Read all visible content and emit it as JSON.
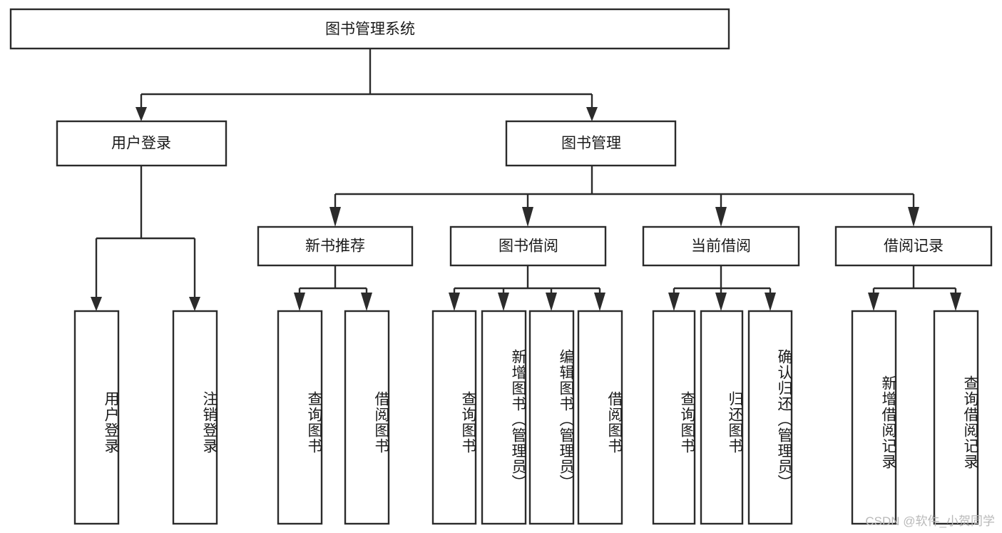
{
  "diagram": {
    "title": "图书管理系统",
    "type": "tree",
    "orientation": "top-down",
    "colors": {
      "stroke": "#2b2b2b",
      "fill": "#ffffff",
      "text": "#1a1a1a",
      "watermark": "#b9b9b9",
      "background": "#ffffff"
    },
    "root": {
      "label": "图书管理系统"
    },
    "level2": [
      {
        "label": "用户登录"
      },
      {
        "label": "图书管理"
      }
    ],
    "level3": [
      {
        "label": "新书推荐"
      },
      {
        "label": "图书借阅"
      },
      {
        "label": "当前借阅"
      },
      {
        "label": "借阅记录"
      }
    ],
    "leaves": {
      "user_login": [
        {
          "label": "用户登录"
        },
        {
          "label": "注销登录"
        }
      ],
      "new_book_recommend": [
        {
          "label": "查询图书"
        },
        {
          "label": "借阅图书"
        }
      ],
      "book_borrow": [
        {
          "label": "查询图书"
        },
        {
          "label": "新增图书（管理员）"
        },
        {
          "label": "编辑图书（管理员）"
        },
        {
          "label": "借阅图书"
        }
      ],
      "current_borrow": [
        {
          "label": "查询图书"
        },
        {
          "label": "归还图书"
        },
        {
          "label": "确认归还（管理员）"
        }
      ],
      "borrow_record": [
        {
          "label": "新增借阅记录"
        },
        {
          "label": "查询借阅记录"
        }
      ]
    }
  },
  "watermark": {
    "text": "CSDN @软件_小贺同学"
  }
}
